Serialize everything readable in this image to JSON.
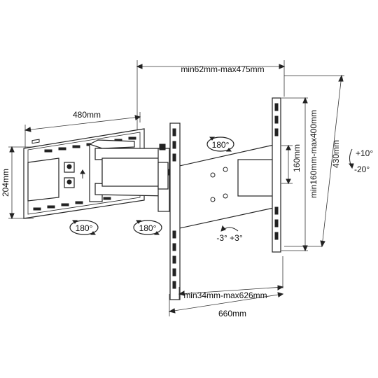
{
  "dimensions": {
    "arm_extension": "min62mm-max475mm",
    "wall_plate_width": "480mm",
    "wall_plate_height": "204mm",
    "vesa_horizontal": "min34mm-max626mm",
    "tv_plate_width": "660mm",
    "tv_plate_height": "430mm",
    "vesa_vertical": "min160mm-max400mm",
    "slot_height": "160mm"
  },
  "rotations": {
    "swivel_top": "180°",
    "swivel_bottom_left": "180°",
    "swivel_bottom_mid": "180°",
    "tilt_up": "+10°",
    "tilt_down": "-20°",
    "level": "-3° +3°"
  }
}
